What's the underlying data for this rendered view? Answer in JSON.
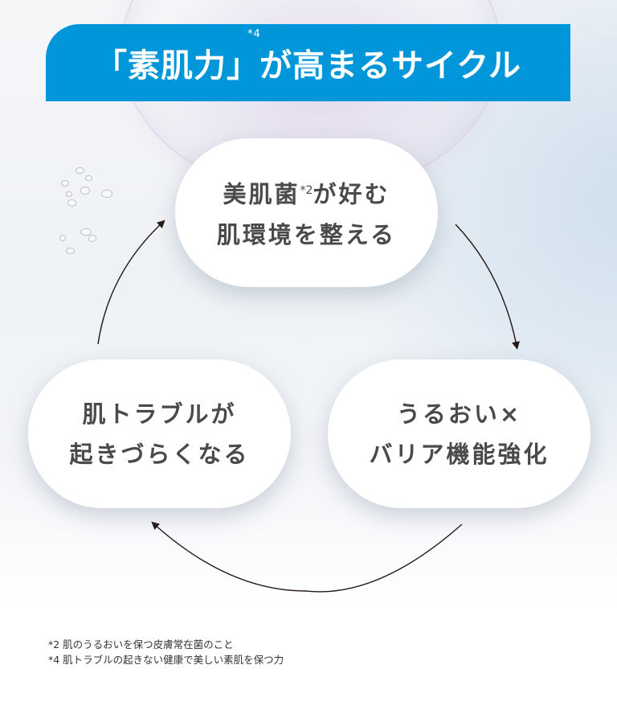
{
  "banner": {
    "title": "「素肌力」が高まるサイクル",
    "superscript": "*4",
    "color": "#0096d9"
  },
  "cycle": {
    "steps": [
      {
        "id": "top",
        "line1": "美肌菌",
        "sup": "*2",
        "line1_rest": "が好む",
        "line2": "肌環境を整える"
      },
      {
        "id": "right",
        "line1": "うるおい×",
        "line2": "バリア機能強化"
      },
      {
        "id": "left",
        "line1": "肌トラブルが",
        "line2": "起きづらくなる"
      }
    ],
    "arrow_color": "#231815",
    "order": [
      "top",
      "right",
      "left"
    ]
  },
  "footnotes": [
    "*2 肌のうるおいを保つ皮膚常在菌のこと",
    "*4 肌トラブルの起きない健康で美しい素肌を保つ力"
  ]
}
